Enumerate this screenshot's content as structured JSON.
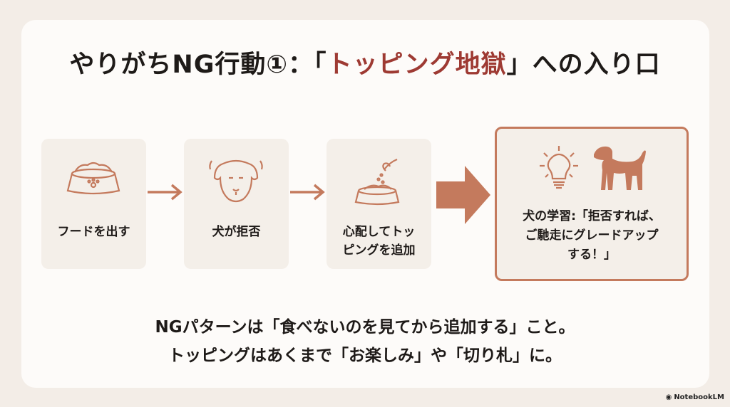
{
  "title": {
    "prefix": "やりがちNG行動①：「",
    "highlight": "トッピング地獄",
    "suffix": "」への入り口"
  },
  "steps": [
    {
      "label": "フードを出す",
      "icon": "food-bowl-icon"
    },
    {
      "label": "犬が拒否",
      "icon": "dog-face-icon"
    },
    {
      "label": "心配してトッピングを追加",
      "line1": "心配してトッ",
      "line2": "ピングを追加",
      "icon": "topping-bowl-icon"
    }
  ],
  "result": {
    "line1": "犬の学習:「拒否すれば、",
    "line2": "ご馳走にグレードアップ",
    "line3": "する！」",
    "icons": [
      "lightbulb-icon",
      "dog-icon"
    ]
  },
  "bottom": {
    "line1": "NGパターンは「食べないのを見てから追加する」こと。",
    "line2": "トッピングはあくまで「お楽しみ」や「切り札」に。"
  },
  "branding": "NotebookLM",
  "colors": {
    "accent": "#c47a5d",
    "title_highlight": "#9e3a33"
  }
}
